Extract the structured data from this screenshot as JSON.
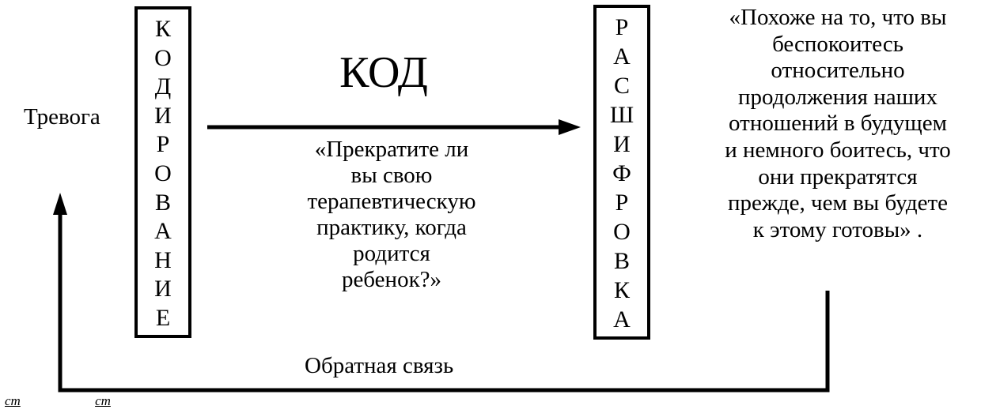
{
  "sender_state": "Тревога",
  "encoding_letters": [
    "К",
    "О",
    "Д",
    "И",
    "Р",
    "О",
    "В",
    "А",
    "Н",
    "И",
    "Е"
  ],
  "code_title": "КОД",
  "message_lines": [
    "«Прекратите ли",
    "вы свою",
    "терапевтическую",
    "практику, когда",
    "родится",
    "ребенок?»"
  ],
  "decoding_letters": [
    "Р",
    "А",
    "С",
    "Ш",
    "И",
    "Ф",
    "Р",
    "О",
    "В",
    "К",
    "А"
  ],
  "interpretation_lines": [
    "«Похоже на то, что вы",
    "беспокоитесь",
    "относительно",
    "продолжения наших",
    "отношений в будущем",
    "и немного боитесь, что",
    "они прекратятся",
    "прежде, чем вы будете",
    "к этому готовы» ."
  ],
  "feedback_label": "Обратная связь",
  "footer_marks": [
    "сm",
    "сm"
  ]
}
